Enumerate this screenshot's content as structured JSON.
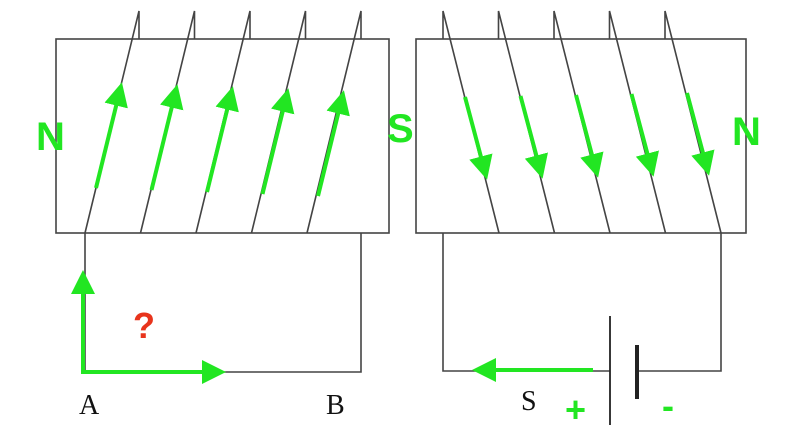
{
  "colors": {
    "wire": "#444444",
    "field": "#22e622",
    "question": "#e8341c"
  },
  "left_solenoid": {
    "pole_left": "N",
    "pole_right": "S",
    "terminal_a": "A",
    "terminal_b": "B",
    "unknown": "?"
  },
  "right_solenoid": {
    "pole_right": "N",
    "switch": "S",
    "battery_plus": "+",
    "battery_minus": "-"
  }
}
